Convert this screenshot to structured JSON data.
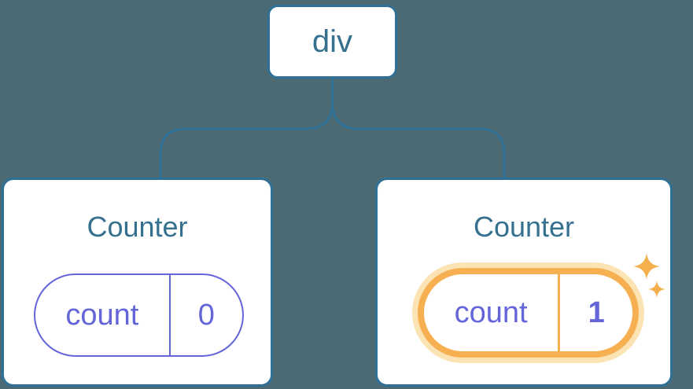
{
  "diagram": {
    "description": "Component tree: div root with two Counter children holding independent count state",
    "background_color": "#4C6A74",
    "root_node": {
      "label": "div"
    },
    "children": [
      {
        "title": "Counter",
        "state_pill": {
          "key": "count",
          "value": "0",
          "highlighted": false
        }
      },
      {
        "title": "Counter",
        "state_pill": {
          "key": "count",
          "value": "1",
          "highlighted": true
        }
      }
    ]
  },
  "colors": {
    "background": "#4C6A74",
    "node_fill": "#FFFFFF",
    "node_border_blue": "#2F7196",
    "label_blue": "#35708F",
    "state_purple": "#6365D9",
    "highlight_orange": "#F6B052",
    "highlight_glow": "#FBE3B3",
    "sparkle_orange": "#F5B04E"
  },
  "icons": {
    "sparkles": "sparkles-icon (two four-pointed stars marking updated state)"
  }
}
